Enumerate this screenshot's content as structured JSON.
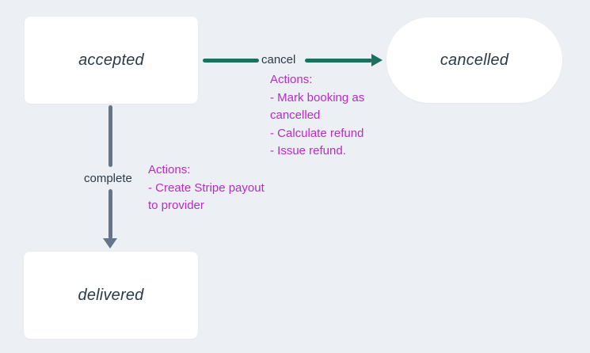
{
  "diagram": {
    "title": "booking-state-diagram",
    "states": [
      {
        "id": "accepted",
        "label": "accepted",
        "shape": "rounded-rect"
      },
      {
        "id": "cancelled",
        "label": "cancelled",
        "shape": "pill"
      },
      {
        "id": "delivered",
        "label": "delivered",
        "shape": "rounded-rect"
      }
    ],
    "transitions": [
      {
        "id": "cancel",
        "label": "cancel",
        "from": "accepted",
        "to": "cancelled",
        "actions": "Actions:\n- Mark booking as\ncancelled\n- Calculate refund\n- Issue refund."
      },
      {
        "id": "complete",
        "label": "complete",
        "from": "accepted",
        "to": "delivered",
        "actions": "Actions:\n- Create Stripe payout\nto provider"
      }
    ],
    "colors": {
      "background": "#ECEFF4",
      "node_fill": "#FFFFFF",
      "node_text": "#2B3A48",
      "label_text": "#2C3A47",
      "cancel_arrow": "#1E6F5E",
      "complete_arrow": "#64748B",
      "actions_text": "#B42DC5"
    }
  }
}
